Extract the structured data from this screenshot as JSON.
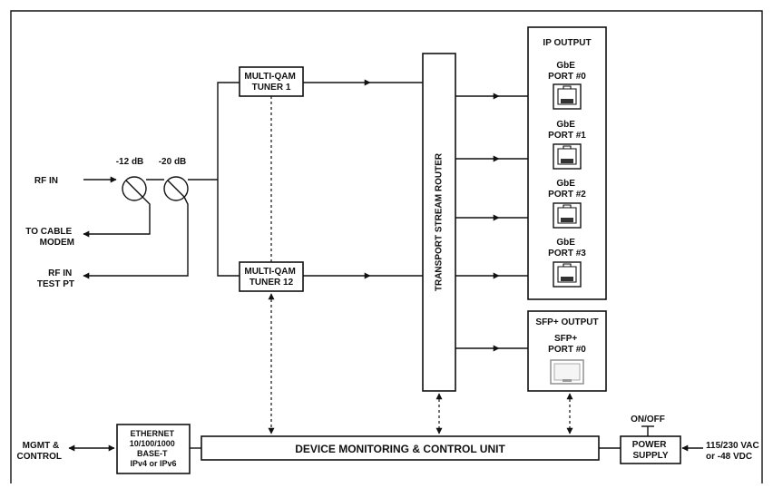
{
  "rf_in": "RF IN",
  "atten_1": "-12 dB",
  "atten_2": "-20 dB",
  "cable_modem": [
    "TO CABLE",
    "MODEM"
  ],
  "rf_test": [
    "RF IN",
    "TEST PT"
  ],
  "tuner_1": [
    "MULTI-QAM",
    "TUNER 1"
  ],
  "tuner_12": [
    "MULTI-QAM",
    "TUNER 12"
  ],
  "router": "TRANSPORT STREAM ROUTER",
  "ip_output": {
    "title": "IP OUTPUT",
    "ports": [
      [
        "GbE",
        "PORT #0"
      ],
      [
        "GbE",
        "PORT #1"
      ],
      [
        "GbE",
        "PORT #2"
      ],
      [
        "GbE",
        "PORT #3"
      ]
    ]
  },
  "sfp_output": {
    "title": "SFP+ OUTPUT",
    "port": [
      "SFP+",
      "PORT #0"
    ]
  },
  "mgmt": [
    "MGMT &",
    "CONTROL"
  ],
  "ethernet": [
    "ETHERNET",
    "10/100/1000",
    "BASE-T",
    "IPv4 or IPv6"
  ],
  "monitor": "DEVICE MONITORING & CONTROL UNIT",
  "on_off": "ON/OFF",
  "power_supply": [
    "POWER",
    "SUPPLY"
  ],
  "power_in": [
    "115/230 VAC",
    "or -48 VDC"
  ]
}
